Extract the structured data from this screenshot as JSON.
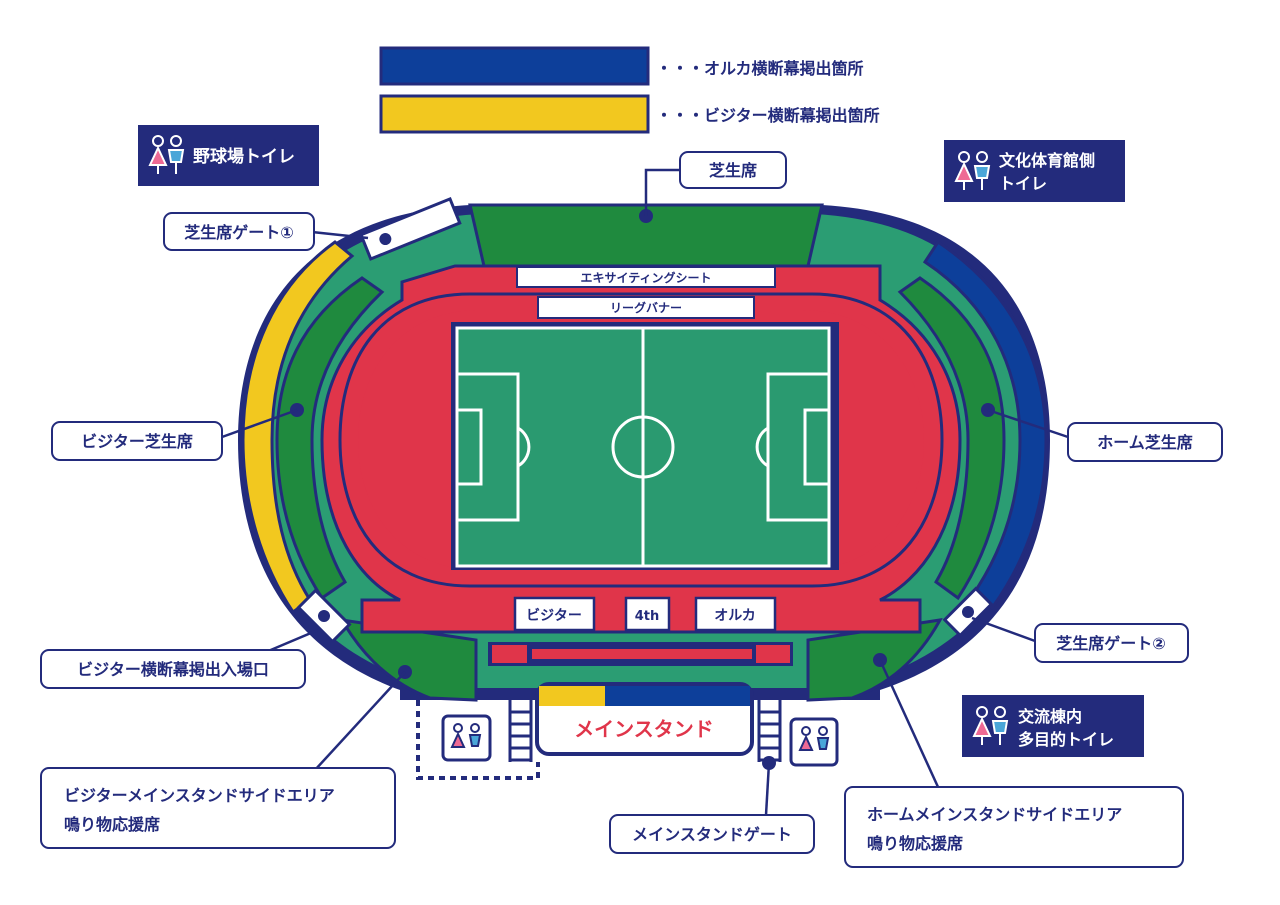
{
  "legend": [
    {
      "label": "・・・オルカ横断幕掲出箇所",
      "color": "#0d3f9a"
    },
    {
      "label": "・・・ビジター横断幕掲出箇所",
      "color": "#f2c81f"
    }
  ],
  "toilets": {
    "baseball": "野球場トイレ",
    "gym_line1": "文化体育館側",
    "gym_line2": "トイレ",
    "exchange_line1": "交流棟内",
    "exchange_line2": "多目的トイレ"
  },
  "callouts": {
    "lawn_top": "芝生席",
    "lawn_gate_1": "芝生席ゲート①",
    "visitor_lawn": "ビジター芝生席",
    "home_lawn": "ホーム芝生席",
    "lawn_gate_2": "芝生席ゲート②",
    "visitor_banner_gate": "ビジター横断幕掲出入場口",
    "visitor_side_line1": "ビジターメインスタンドサイドエリア",
    "visitor_side_line2": "鳴り物応援席",
    "main_gate": "メインスタンドゲート",
    "home_side_line1": "ホームメインスタンドサイドエリア",
    "home_side_line2": "鳴り物応援席"
  },
  "stadium": {
    "exciting_seat": "エキサイティングシート",
    "league_banner": "リーグバナー",
    "bench_visitor": "ビジター",
    "bench_4th": "4th",
    "bench_orca": "オルカ",
    "main_stand": "メインスタンド"
  },
  "colors": {
    "navy": "#232b7c",
    "lawn_teal": "#2b9d73",
    "seat_green": "#1f8a3e",
    "track_red": "#e0354a",
    "pitch_green": "#2a9a70",
    "orca_blue": "#0d3f9a",
    "visitor_yellow": "#f2c81f",
    "main_stand_red": "#e0354a"
  }
}
